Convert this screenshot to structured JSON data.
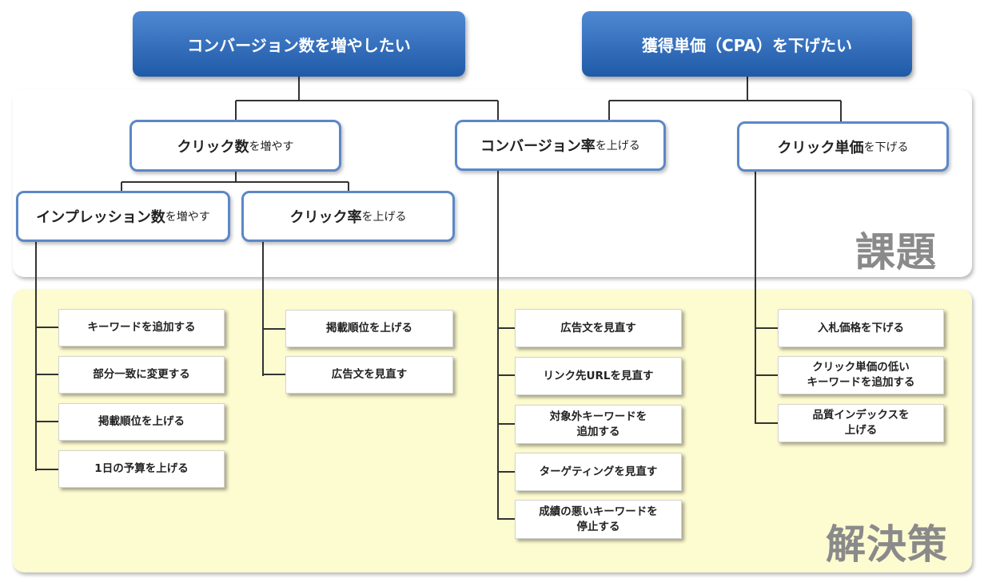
{
  "goals": {
    "conversions": "コンバージョン数を増やしたい",
    "cpa": "獲得単価（CPA）を下げたい"
  },
  "issues": {
    "clicks": {
      "strong": "クリック数",
      "weak": "を増やす"
    },
    "cvr": {
      "strong": "コンバージョン率",
      "weak": "を上げる"
    },
    "cpc": {
      "strong": "クリック単価",
      "weak": "を下げる"
    },
    "impressions": {
      "strong": "インプレッション数",
      "weak": "を増やす"
    },
    "ctr": {
      "strong": "クリック率",
      "weak": "を上げる"
    }
  },
  "sections": {
    "issues": "課題",
    "solutions": "解決策"
  },
  "solutions": {
    "impressions": [
      "キーワードを追加する",
      "部分一致に変更する",
      "掲載順位を上げる",
      "1日の予算を上げる"
    ],
    "ctr": [
      "掲載順位を上げる",
      "広告文を見直す"
    ],
    "cvr": [
      "広告文を見直す",
      "リンク先URLを見直す",
      "対象外キーワードを\n追加する",
      "ターゲティングを見直す",
      "成績の悪いキーワードを\n停止する"
    ],
    "cpc": [
      "入札価格を下げる",
      "クリック単価の低い\nキーワードを追加する",
      "品質インデックスを\n上げる"
    ]
  },
  "colors": {
    "goal_fill": "#2e6bbf",
    "issue_border": "#5b87c8",
    "solutions_panel": "#fdfbd0",
    "section_label": "#8a8a8a",
    "connector": "#333333"
  }
}
